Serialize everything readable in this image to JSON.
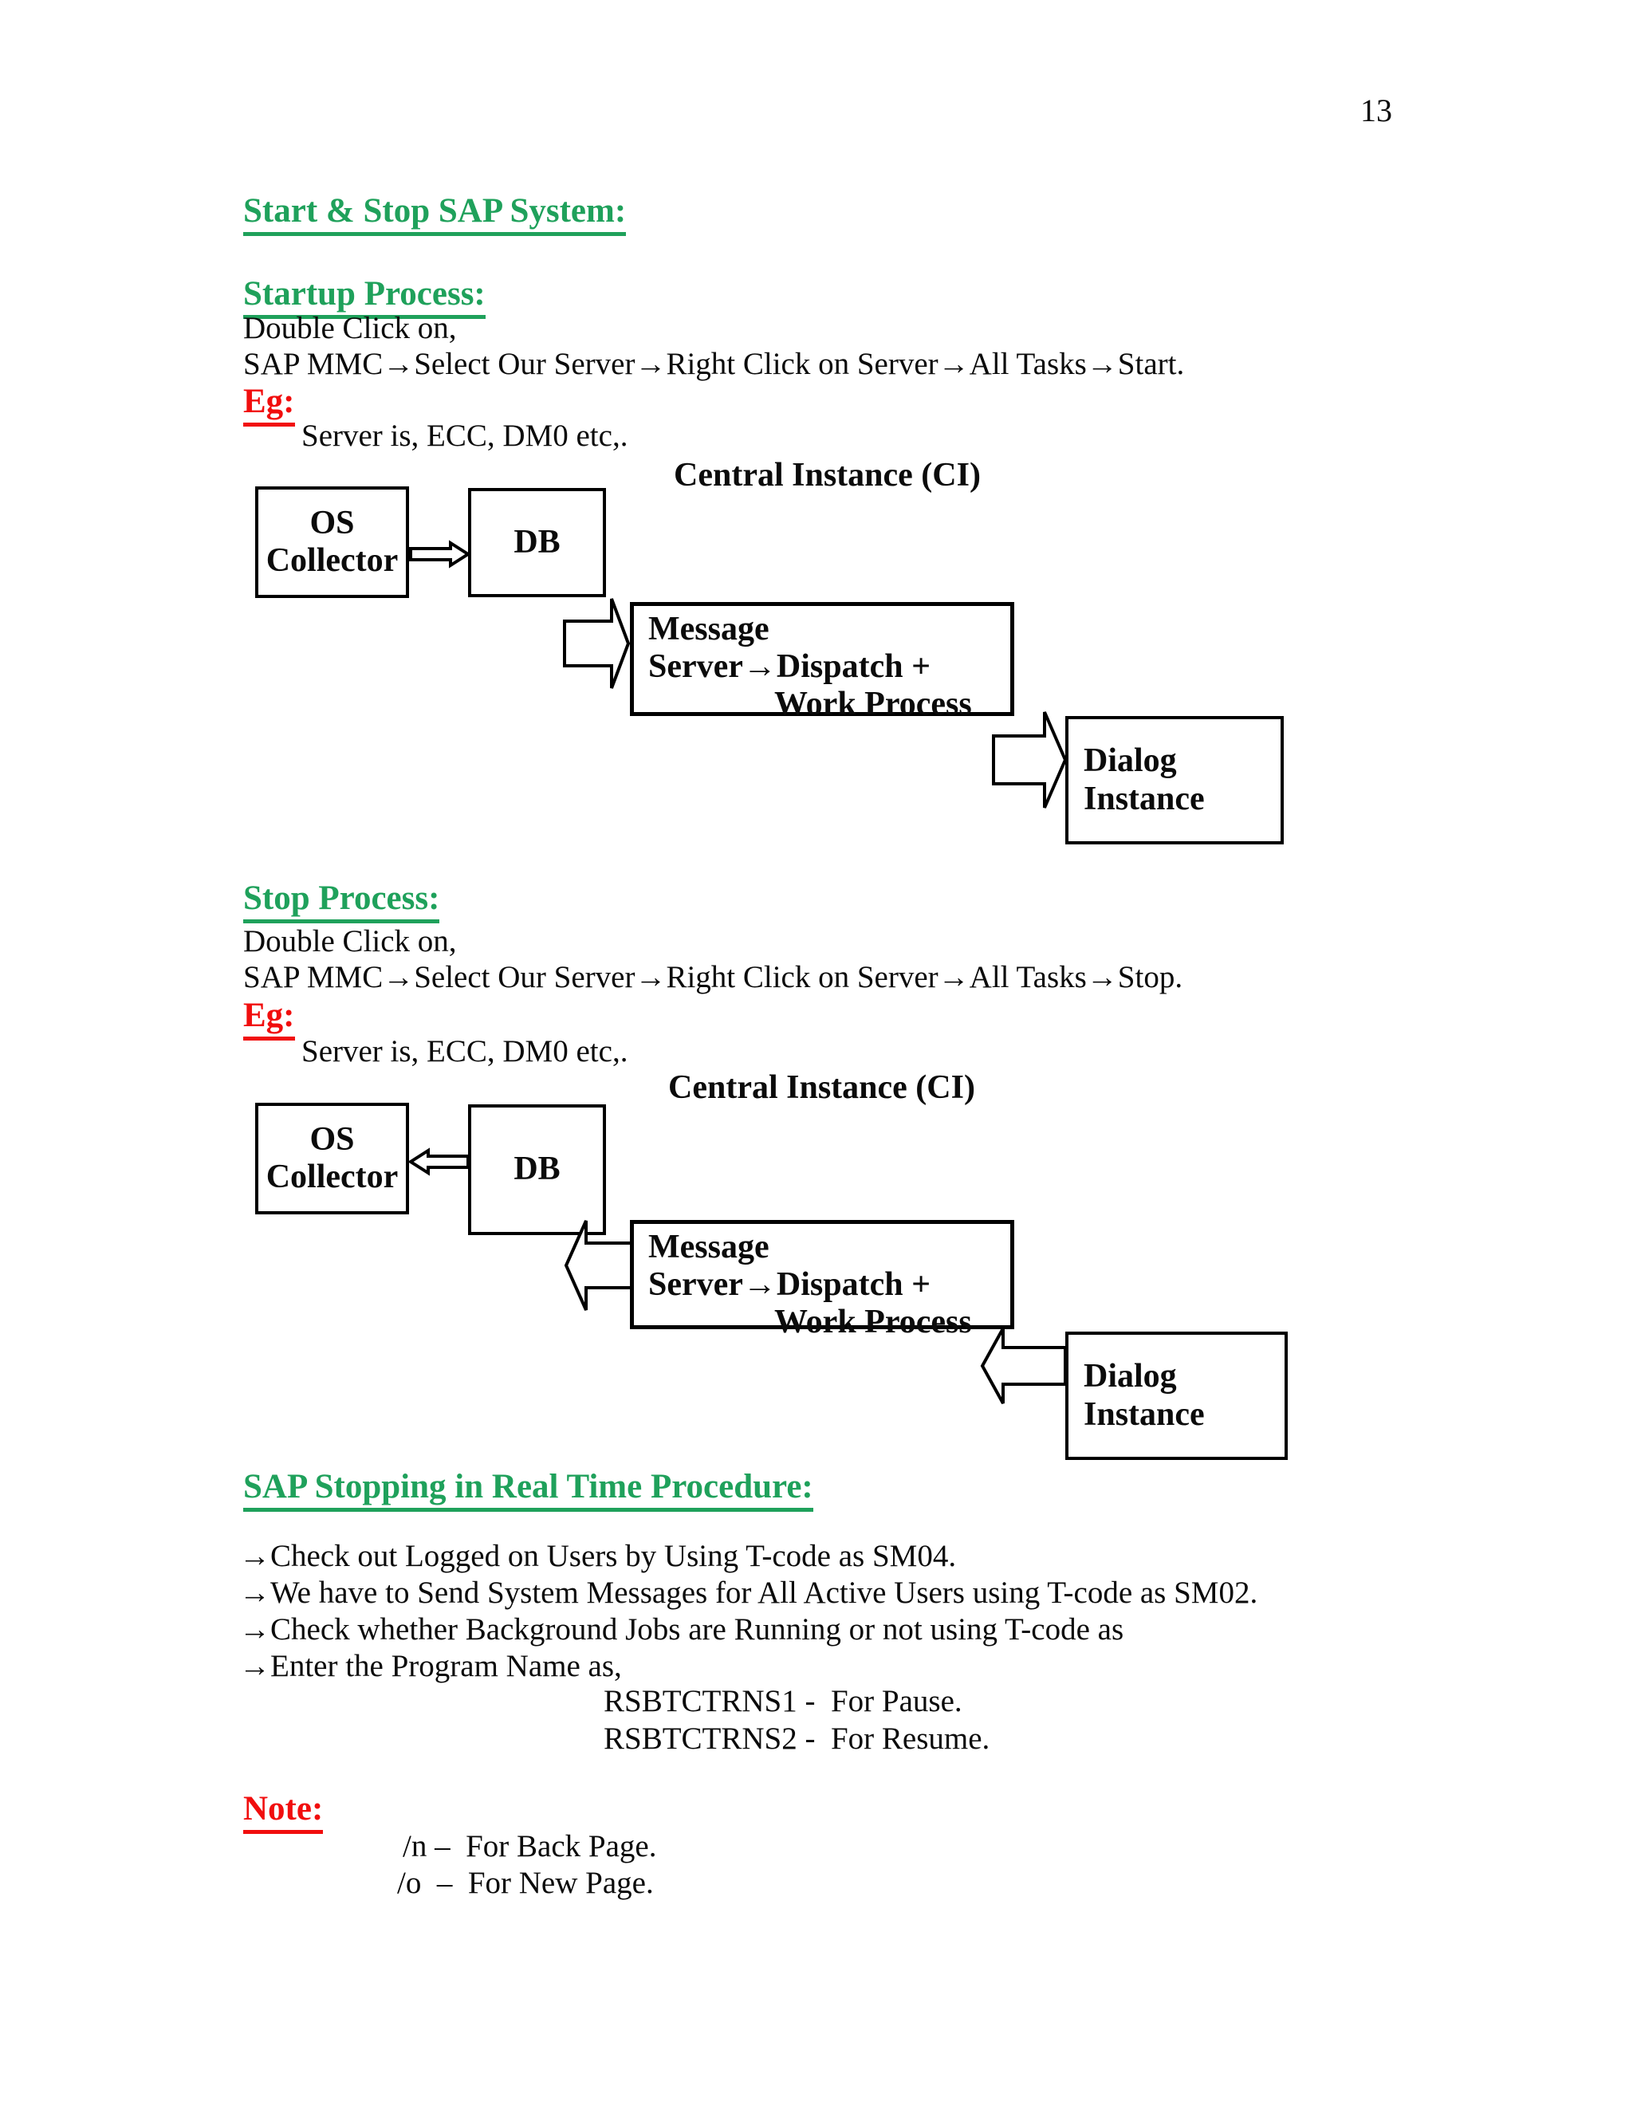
{
  "page": {
    "number": "13"
  },
  "colors": {
    "heading_green": "#1FA15B",
    "accent_red": "#F10E0E",
    "ink": "#0b0b0b"
  },
  "sections": {
    "main_title": "Start & Stop SAP System:",
    "startup": {
      "title": "Startup Process:",
      "line1": "Double Click on,",
      "line2": "SAP MMC→Select Our Server→Right Click on Server→All Tasks→Start.",
      "eg_label": "Eg:",
      "eg_text": "Server is, ECC, DM0 etc,.",
      "diagram_title": "Central Instance (CI)"
    },
    "stop": {
      "title": "Stop Process:",
      "line1": "Double Click on,",
      "line2": "SAP MMC→Select Our Server→Right Click on Server→All Tasks→Stop.",
      "eg_label": "Eg:",
      "eg_text": "Server is, ECC, DM0 etc,.",
      "diagram_title": "Central Instance (CI)"
    },
    "realtime": {
      "title": "SAP Stopping in Real Time Procedure:",
      "bullets": [
        "→Check out Logged on Users by Using T-code as SM04.",
        "→We have to Send System Messages for All Active Users using T-code as SM02.",
        "→Check whether Background Jobs are Running or not using T-code as",
        "→Enter the Program Name as,"
      ],
      "programs": [
        "RSBTCTRNS1 -  For Pause.",
        "RSBTCTRNS2 -  For Resume."
      ]
    },
    "note": {
      "label": "Note:",
      "items": [
        "/n –  For Back Page.",
        "/o  –  For New Page."
      ]
    }
  },
  "diagram_boxes": {
    "os_line1": "OS",
    "os_line2": "Collector",
    "db": "DB",
    "msg_line1": "Message",
    "msg_line2": "Server→Dispatch +",
    "msg_line3": "Work Process",
    "dlg_line1": "Dialog",
    "dlg_line2": "Instance"
  }
}
